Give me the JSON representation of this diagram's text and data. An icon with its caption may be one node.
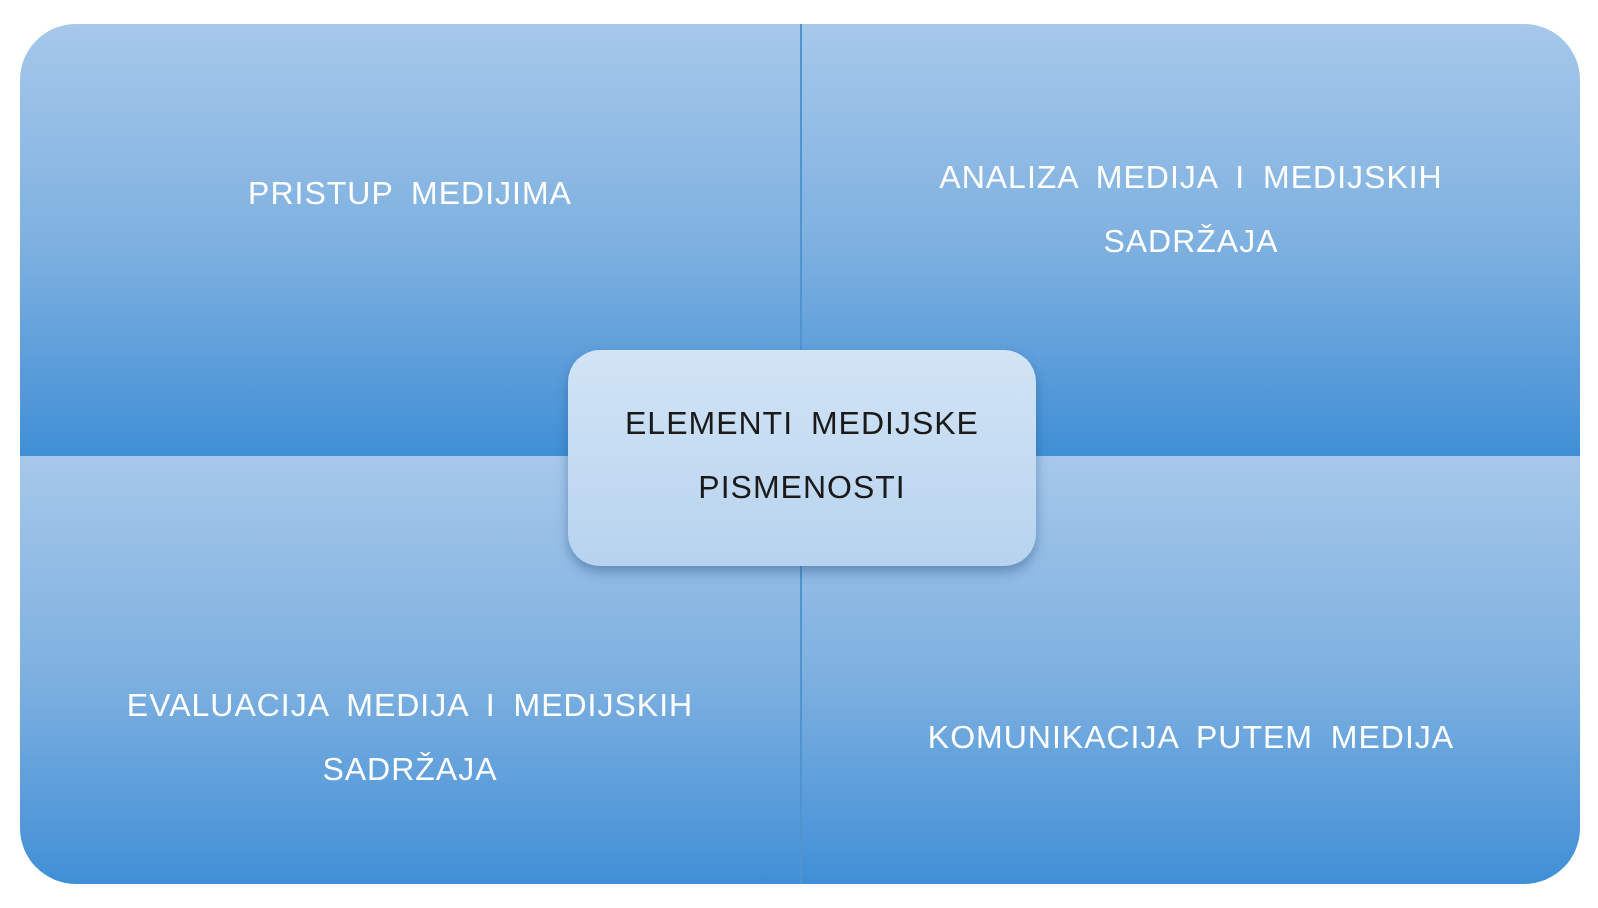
{
  "diagram": {
    "nodes": [
      {
        "text": [
          "PRISTUP MEDIJIMA"
        ]
      },
      {
        "text": [
          "ANALIZA MEDIJA I MEDIJSKIH SADRŽAJA"
        ]
      },
      {
        "text": [
          "ELEMENTI MEDIJSKE PISMENOSTI"
        ]
      },
      {
        "text": [
          "EVALUACIJA MEDIJA I MEDIJSKIH SADRŽAJA"
        ]
      },
      {
        "text": [
          "KOMUNIKACIJA PUTEM MEDIJA"
        ]
      }
    ]
  }
}
